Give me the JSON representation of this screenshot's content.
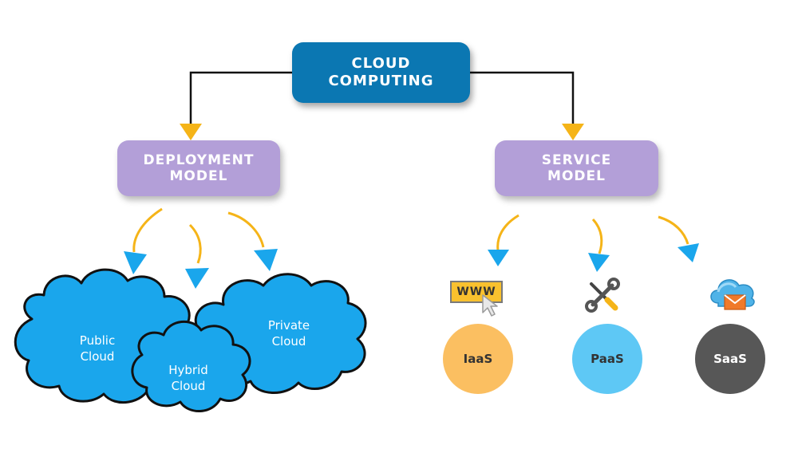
{
  "root": {
    "line1": "CLOUD",
    "line2": "COMPUTING"
  },
  "deployment_model": {
    "line1": "DEPLOYMENT",
    "line2": "MODEL"
  },
  "service_model": {
    "line1": "SERVICE",
    "line2": "MODEL"
  },
  "deployment_types": {
    "public": {
      "line1": "Public",
      "line2": "Cloud"
    },
    "hybrid": {
      "line1": "Hybrid",
      "line2": "Cloud"
    },
    "private": {
      "line1": "Private",
      "line2": "Cloud"
    }
  },
  "service_types": {
    "iaas": {
      "label": "IaaS",
      "icon_text": "WWW",
      "icon": "www-cursor-icon"
    },
    "paas": {
      "label": "PaaS",
      "icon": "tools-icon"
    },
    "saas": {
      "label": "SaaS",
      "icon": "cloud-mail-icon"
    }
  },
  "colors": {
    "root_box": "#0b77b2",
    "model_box": "#b39fd8",
    "cloud_fill": "#1aa6ec",
    "arrow": "#f5b418",
    "iaas": "#fbbf61",
    "paas": "#5ec8f5",
    "saas": "#575757"
  }
}
